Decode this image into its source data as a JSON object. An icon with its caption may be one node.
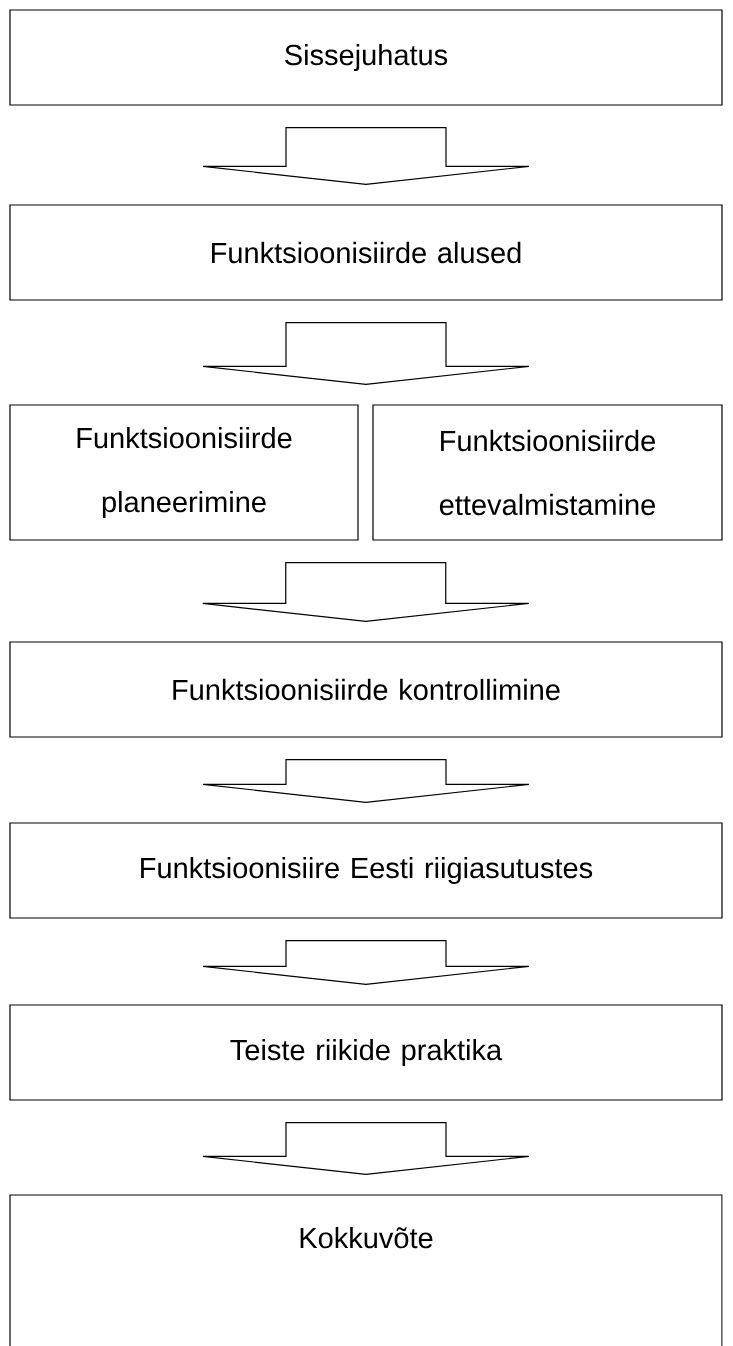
{
  "diagram": {
    "nodes": [
      {
        "text": [
          "Sissejuhatus"
        ]
      },
      {
        "text": [
          "Funktsioonisiirde alused"
        ]
      },
      {
        "text": [
          "Funktsioonisiirde planeerimine"
        ]
      },
      {
        "text": [
          "Funktsioonisiirde ettevalmistamine"
        ]
      },
      {
        "text": [
          "Funktsioonisiirde kontrollimine"
        ]
      },
      {
        "text": [
          "Funktsioonisiire Eesti riigiasutustes"
        ]
      },
      {
        "text": [
          "Teiste riikide praktika"
        ]
      },
      {
        "text": [
          "Kokkuvõte"
        ]
      }
    ],
    "edges": [
      {
        "from": 0,
        "to": 1,
        "arrow": "to"
      },
      {
        "from": 1,
        "to": 2,
        "arrow": "to"
      },
      {
        "from": 2,
        "to": 4,
        "arrow": "to"
      },
      {
        "from": 3,
        "to": 4,
        "arrow": "to"
      },
      {
        "from": 4,
        "to": 5,
        "arrow": "to"
      },
      {
        "from": 5,
        "to": 6,
        "arrow": "to"
      },
      {
        "from": 6,
        "to": 7,
        "arrow": "to"
      }
    ]
  }
}
